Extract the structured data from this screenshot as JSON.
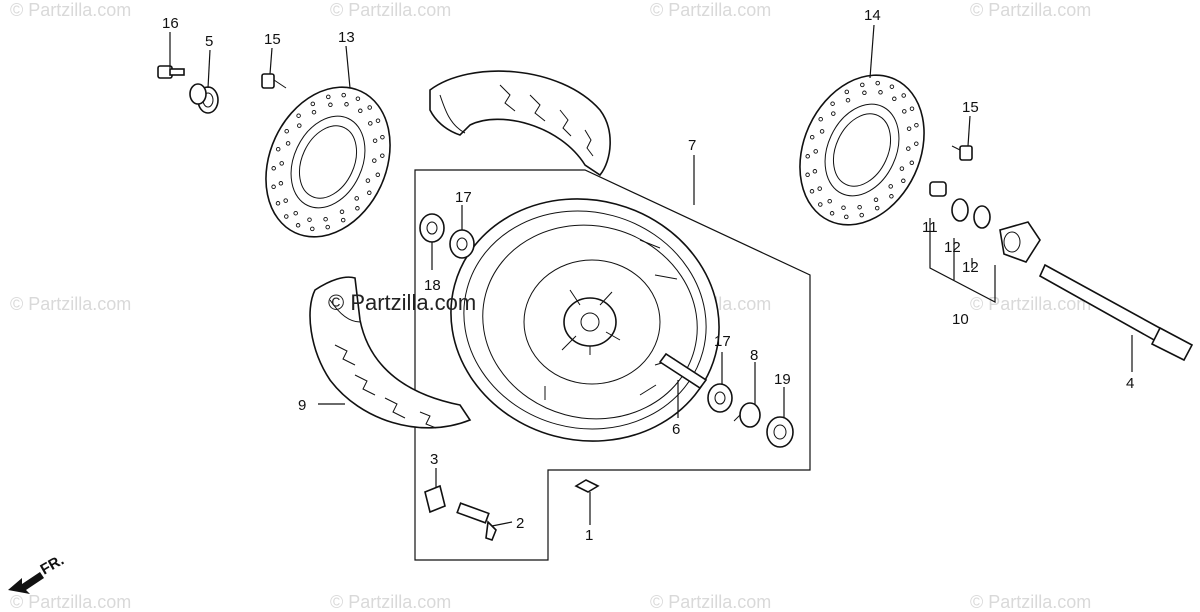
{
  "watermarks": {
    "text": "© Partzilla.com",
    "center_text": "© Partzilla.com"
  },
  "direction": {
    "label": "FR."
  },
  "callouts": {
    "p1": "1",
    "p2": "2",
    "p3": "3",
    "p4": "4",
    "p5": "5",
    "p6": "6",
    "p7": "7",
    "p8": "8",
    "p9": "9",
    "p10": "10",
    "p11": "11",
    "p12a": "12",
    "p12b": "12",
    "p13": "13",
    "p14": "14",
    "p15a": "15",
    "p15b": "15",
    "p16": "16",
    "p17a": "17",
    "p17b": "17",
    "p18": "18",
    "p19": "19"
  }
}
